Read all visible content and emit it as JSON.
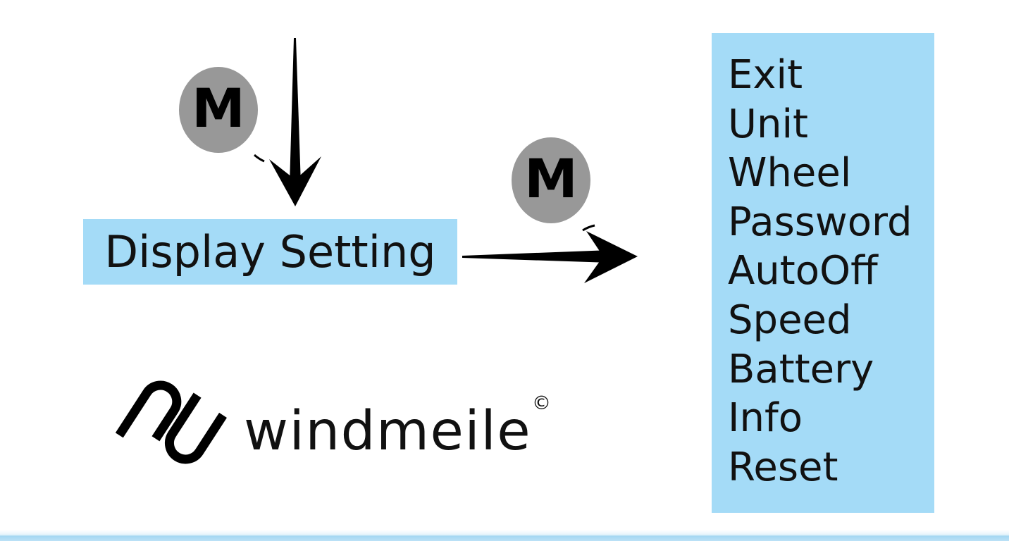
{
  "flow": {
    "m_button_1": {
      "label": "M"
    },
    "m_button_2": {
      "label": "M"
    },
    "display_setting": {
      "label": "Display Setting"
    },
    "menu": {
      "items": [
        {
          "label": "Exit"
        },
        {
          "label": "Unit"
        },
        {
          "label": "Wheel"
        },
        {
          "label": "Password"
        },
        {
          "label": "AutoOff"
        },
        {
          "label": "Speed"
        },
        {
          "label": "Battery"
        },
        {
          "label": "Info"
        },
        {
          "label": "Reset"
        }
      ]
    }
  },
  "brand": {
    "name": "windmeile",
    "copyright_symbol": "©"
  },
  "colors": {
    "highlight": "#a4dbf7",
    "button_gray": "#989898",
    "text": "#111111",
    "arrow": "#000000",
    "footer_line": "#a5d7f2",
    "background": "#ffffff"
  }
}
